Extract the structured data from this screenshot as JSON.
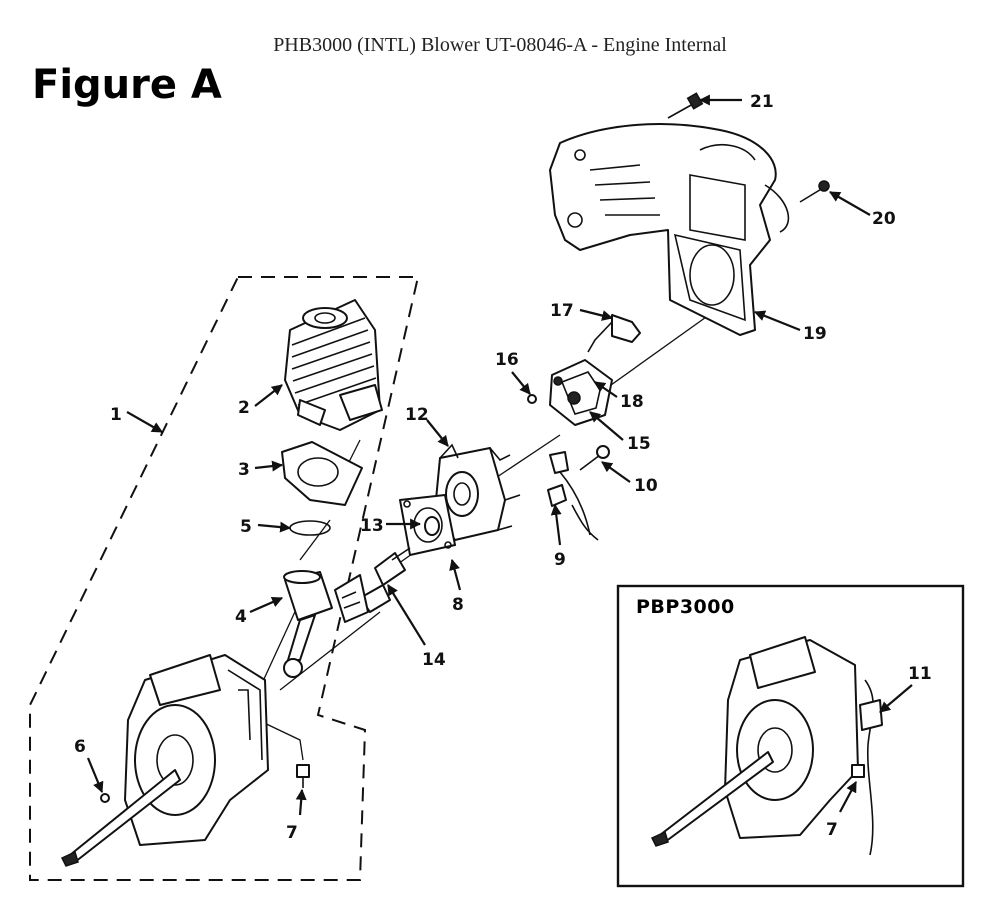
{
  "header": {
    "title": "PHB3000 (INTL) Blower UT-08046-A - Engine Internal",
    "figure_label": "Figure A"
  },
  "inset": {
    "title": "PBP3000",
    "callouts": [
      "11",
      "7"
    ]
  },
  "callouts": {
    "c1": "1",
    "c2": "2",
    "c3": "3",
    "c4": "4",
    "c5": "5",
    "c6": "6",
    "c7": "7",
    "c8": "8",
    "c9": "9",
    "c10": "10",
    "c12": "12",
    "c13": "13",
    "c14": "14",
    "c15": "15",
    "c16": "16",
    "c17": "17",
    "c18": "18",
    "c19": "19",
    "c20": "20",
    "c21": "21"
  }
}
